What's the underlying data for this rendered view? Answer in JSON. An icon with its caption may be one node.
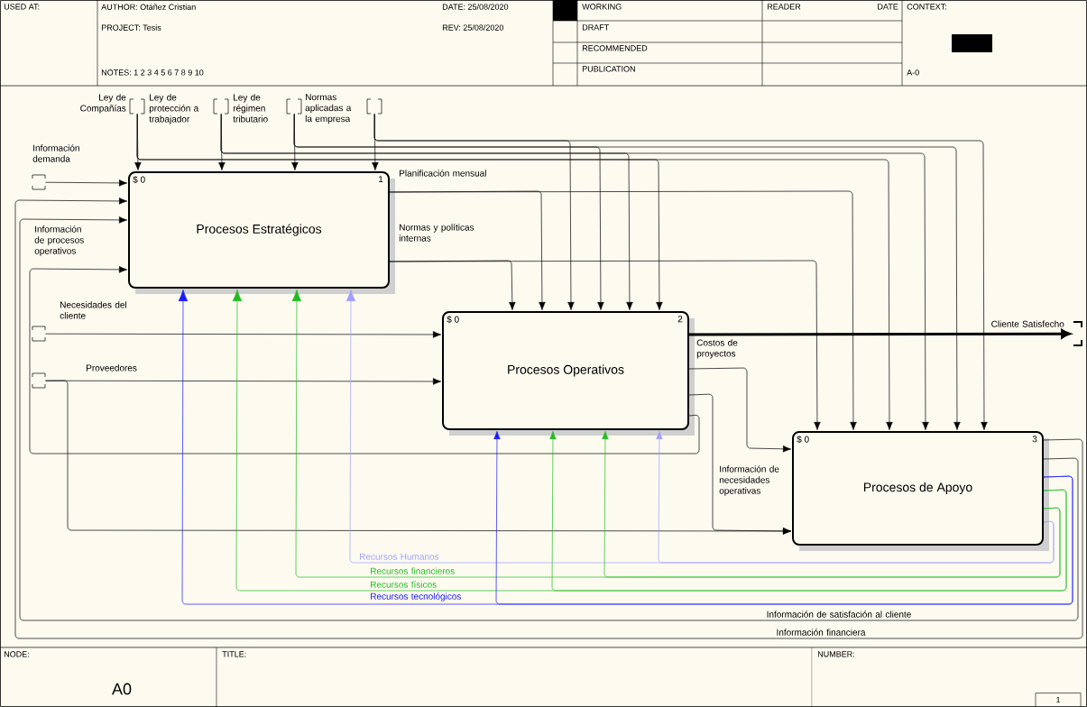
{
  "diagram": {
    "nodes": [
      {
        "text": [
          "Procesos Estratégicos",
          "$ 0",
          "1"
        ]
      },
      {
        "text": [
          "Procesos Operativos",
          "$ 0",
          "2"
        ]
      },
      {
        "text": [
          "Procesos de Apoyo",
          "$ 0",
          "3"
        ]
      },
      {
        "text": [],
        "shape": "bracket"
      },
      {
        "text": [],
        "shape": "bracket"
      },
      {
        "text": [],
        "shape": "bracket"
      },
      {
        "text": [],
        "shape": "bracket"
      },
      {
        "text": [],
        "shape": "bracket"
      },
      {
        "text": [],
        "shape": "bracket"
      },
      {
        "text": [],
        "shape": "bracket"
      },
      {
        "text": [],
        "shape": "bracket"
      }
    ],
    "edges": [
      {
        "from": 3,
        "to": 0,
        "arrow": "to",
        "label": "Ley de Compañías"
      },
      {
        "from": 3,
        "to": 1,
        "arrow": "to"
      },
      {
        "from": 3,
        "to": 2,
        "arrow": "to"
      },
      {
        "from": 4,
        "to": 0,
        "arrow": "to",
        "label": "Ley de protección a trabajador"
      },
      {
        "from": 4,
        "to": 1,
        "arrow": "to"
      },
      {
        "from": 4,
        "to": 2,
        "arrow": "to"
      },
      {
        "from": 5,
        "to": 0,
        "arrow": "to",
        "label": "Ley de régimen tributario"
      },
      {
        "from": 5,
        "to": 1,
        "arrow": "to"
      },
      {
        "from": 5,
        "to": 2,
        "arrow": "to"
      },
      {
        "from": 6,
        "to": 0,
        "arrow": "to",
        "label": "Normas aplicadas a la empresa"
      },
      {
        "from": 6,
        "to": 1,
        "arrow": "to"
      },
      {
        "from": 6,
        "to": 2,
        "arrow": "to"
      },
      {
        "from": 7,
        "to": 0,
        "arrow": "to",
        "label": "Información demanda"
      },
      {
        "from": 0,
        "to": 1,
        "arrow": "to",
        "label": "Planificación mensual"
      },
      {
        "from": 0,
        "to": 2,
        "arrow": "to"
      },
      {
        "from": 0,
        "to": 1,
        "arrow": "to",
        "label": "Normas y políticas internas"
      },
      {
        "from": 0,
        "to": 2,
        "arrow": "to"
      },
      {
        "from": 8,
        "to": 1,
        "arrow": "to",
        "label": "Necesidades del cliente"
      },
      {
        "from": 9,
        "to": 1,
        "arrow": "to",
        "label": "Proveedores"
      },
      {
        "from": 9,
        "to": 2,
        "arrow": "to"
      },
      {
        "from": 1,
        "to": 10,
        "arrow": "to",
        "label": "Cliente Satisfecho",
        "style": "thick"
      },
      {
        "from": 1,
        "to": 2,
        "arrow": "to",
        "label": "Costos de proyectos"
      },
      {
        "from": 1,
        "to": 2,
        "arrow": "to",
        "label": "Información de necesidades operativas"
      },
      {
        "from": 1,
        "to": 0,
        "arrow": "to",
        "label": "Información de procesos operativos"
      },
      {
        "from": 2,
        "to": 0,
        "arrow": "to",
        "label": "Información financiera"
      },
      {
        "from": 2,
        "to": 0,
        "arrow": "to",
        "label": "Información de satisfación al cliente"
      },
      {
        "from": 2,
        "to": 0,
        "arrow": "to",
        "label": "Recursos Humanos",
        "color": "#a0a0ff"
      },
      {
        "from": 2,
        "to": 1,
        "arrow": "to",
        "color": "#a0a0ff"
      },
      {
        "from": 2,
        "to": 0,
        "arrow": "to",
        "label": "Recursos financieros",
        "color": "#22bb22"
      },
      {
        "from": 2,
        "to": 1,
        "arrow": "to",
        "color": "#22bb22"
      },
      {
        "from": 2,
        "to": 0,
        "arrow": "to",
        "label": "Recursos físicos",
        "color": "#22bb22"
      },
      {
        "from": 2,
        "to": 1,
        "arrow": "to",
        "color": "#22bb22"
      },
      {
        "from": 2,
        "to": 0,
        "arrow": "to",
        "label": "Recursos tecnológicos",
        "color": "#1a1aff"
      },
      {
        "from": 2,
        "to": 1,
        "arrow": "to",
        "color": "#1a1aff"
      }
    ],
    "labels": [
      "USED AT:",
      "AUTHOR: Otáñez Cristian",
      "DATE: 25/08/2020",
      "WORKING",
      "READER",
      "DATE",
      "CONTEXT:",
      "PROJECT: Tesis",
      "REV: 25/08/2020",
      "DRAFT",
      "RECOMMENDED",
      "NOTES: 1 2 3 4 5 6 7 8 9 10",
      "PUBLICATION",
      "A-0",
      "NODE:",
      "A0",
      "TITLE:",
      "NUMBER:",
      "1"
    ]
  }
}
